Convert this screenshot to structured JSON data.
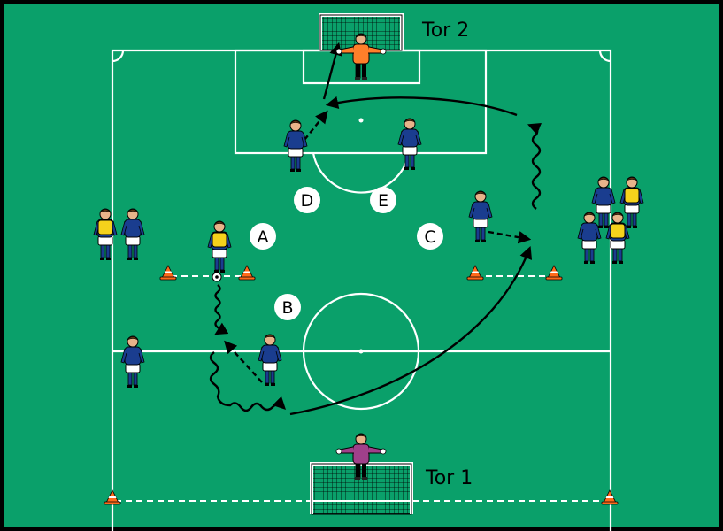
{
  "colors": {
    "pitch": "#0aa06a",
    "lines": "#ffffff",
    "border": "#000000",
    "team_shirt": "#1a3d8f",
    "team_shorts": "#ffffff",
    "bib": "#f5d21c",
    "keeper_top": "#ff7f2a",
    "keeper_bottom": "#a0408a",
    "cone": "#ff6a1a"
  },
  "goals": {
    "top_label": "Tor 2",
    "bottom_label": "Tor 1"
  },
  "markers": [
    {
      "id": "a",
      "label": "A"
    },
    {
      "id": "b",
      "label": "B"
    },
    {
      "id": "c",
      "label": "C"
    },
    {
      "id": "d",
      "label": "D"
    },
    {
      "id": "e",
      "label": "E"
    }
  ],
  "icons": {
    "player": "player-figure-icon",
    "keeper": "goalkeeper-icon",
    "cone": "cone-icon",
    "ball": "soccer-ball-icon"
  }
}
